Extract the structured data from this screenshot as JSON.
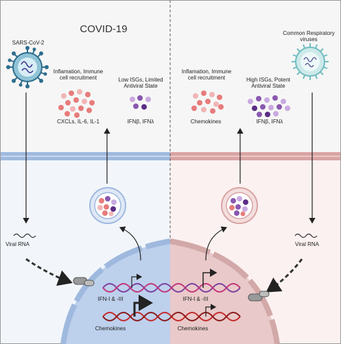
{
  "title": "COVID-19",
  "left": {
    "virus_label": "SARS-CoV-2",
    "group1_label": "Inflamation, Immune cell recruitment",
    "group1_items": "CXCLs, IL-6, IL-1",
    "group2_label": "Low ISGs, Limited Antiviral State",
    "group2_items": "IFNβ, IFNλ",
    "viral_rna": "Viral RNA",
    "gene1": "IFN-I & -III",
    "gene2": "Chemokines"
  },
  "right": {
    "virus_label": "Common Respiratory viruses",
    "group1_label": "Inflamation, Immune cell recruitment",
    "group1_items": "Chemokines",
    "group2_label": "High ISGs, Potent Antiviral State",
    "group2_items": "IFNβ, IFNλ",
    "viral_rna": "Viral RNA",
    "gene1": "IFN-I & -III",
    "gene2": "Chemokines"
  },
  "colors": {
    "left_bg": "#f2f6fb",
    "right_bg": "#fcf1f1",
    "left_membrane": "#9fb9de",
    "right_membrane": "#d9a4a4",
    "nucleus_left": "#bdd0ec",
    "nucleus_right": "#e9c9c9",
    "cytokine_red": "#e77c7c",
    "ifn_purple": "#8a58b0",
    "dna_purple": "#7b3fa0",
    "dna_red": "#c52a2a"
  },
  "icons": [
    "coronavirus-icon",
    "respiratory-virus-icon",
    "rna-wave-icon",
    "ribosome-icon",
    "vesicle-icon",
    "dna-icon",
    "promoter-arrow-icon"
  ]
}
